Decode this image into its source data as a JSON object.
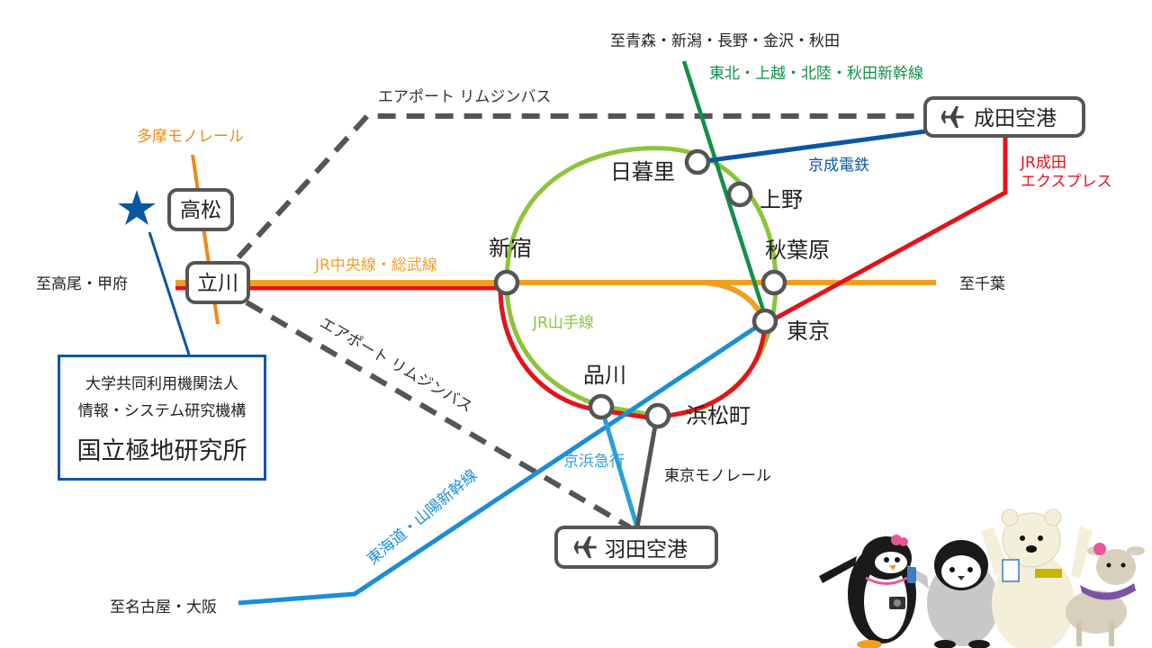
{
  "colors": {
    "chuo_sobu": "#f0a020",
    "yamanote": "#8cc43c",
    "narita_express": "#e3131b",
    "keisei": "#0a57a4",
    "shinkansen_east": "#109048",
    "tokaido_shinkansen": "#1a8ed6",
    "keikyu": "#2b9fd9",
    "monorail": "#555555",
    "tama_monorail": "#ef8a14",
    "bus": "#555555",
    "institute": "#0a57a4"
  },
  "destinations": {
    "north": "至青森・新潟・長野・金沢・秋田",
    "west": "至高尾・甲府",
    "east": "至千葉",
    "southwest": "至名古屋・大阪"
  },
  "lines": {
    "shinkansen_east": "東北・上越・北陸・秋田新幹線",
    "bus_narita": "エアポート リムジンバス",
    "bus_haneda": "エアポート リムジンバス",
    "tama_monorail": "多摩モノレール",
    "chuo_sobu": "JR中央線・総武線",
    "keisei": "京成電鉄",
    "narita_express_1": "JR成田",
    "narita_express_2": "エクスプレス",
    "yamanote": "JR山手線",
    "keikyu": "京浜急行",
    "monorail": "東京モノレール",
    "tokaido_shinkansen": "東海道・山陽新幹線"
  },
  "stations": {
    "narita": "成田空港",
    "nippori": "日暮里",
    "ueno": "上野",
    "shinjuku": "新宿",
    "akihabara": "秋葉原",
    "tokyo": "東京",
    "shinagawa": "品川",
    "hamamatsucho": "浜松町",
    "tachikawa": "立川",
    "takamatsu": "高松",
    "haneda": "羽田空港"
  },
  "institute": {
    "line1": "大学共同利用機関法人",
    "line2": "情報・システム研究機構",
    "name": "国立極地研究所"
  },
  "icons": {
    "airport": "airplane-icon",
    "marker": "star-icon"
  }
}
